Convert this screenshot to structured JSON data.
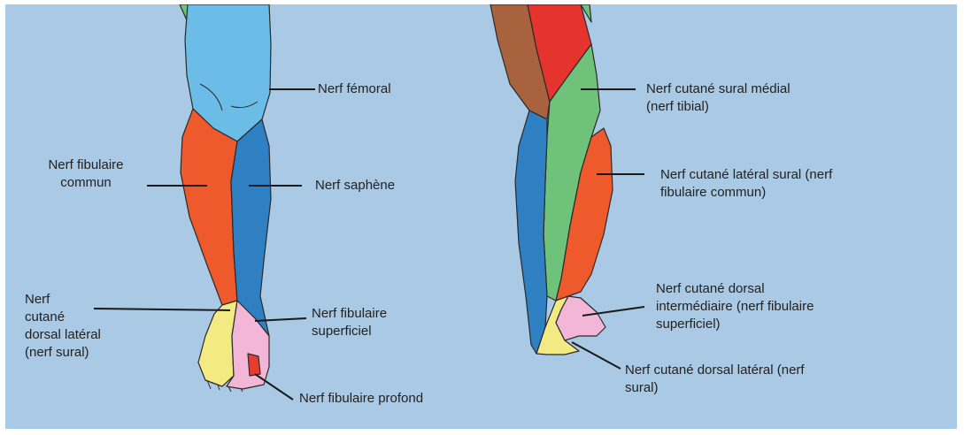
{
  "colors": {
    "background": "#aac9e4",
    "femoral": "#6bbce6",
    "saphenous": "#2f7fc3",
    "common_fibular": "#ee5a2b",
    "sural": "#f4ea84",
    "superficial_fibular": "#f2b6d6",
    "deep_fibular": "#e83d2e",
    "tibial": "#6ec27a",
    "brown": "#a8633e",
    "red": "#e5342e"
  },
  "labels": {
    "femoral": [
      "Nerf fémoral"
    ],
    "common_fibular": [
      "Nerf fibulaire",
      "commun"
    ],
    "saphenous": [
      "Nerf saphène"
    ],
    "lateral_dorsal_left": [
      "Nerf",
      "cutané",
      "dorsal latéral",
      "(nerf sural)"
    ],
    "superficial_fibular": [
      "Nerf fibulaire",
      "superficiel"
    ],
    "deep_fibular": [
      "Nerf fibulaire profond"
    ],
    "medial_sural": [
      "Nerf cutané sural médial",
      "(nerf tibial)"
    ],
    "lateral_sural": [
      "Nerf cutané latéral sural (nerf",
      "fibulaire commun)"
    ],
    "intermediate_dorsal": [
      "Nerf cutané dorsal",
      "intermédiaire (nerf fibulaire",
      "superficiel)"
    ],
    "lateral_dorsal_right": [
      "Nerf cutané dorsal latéral (nerf",
      "sural)"
    ]
  }
}
